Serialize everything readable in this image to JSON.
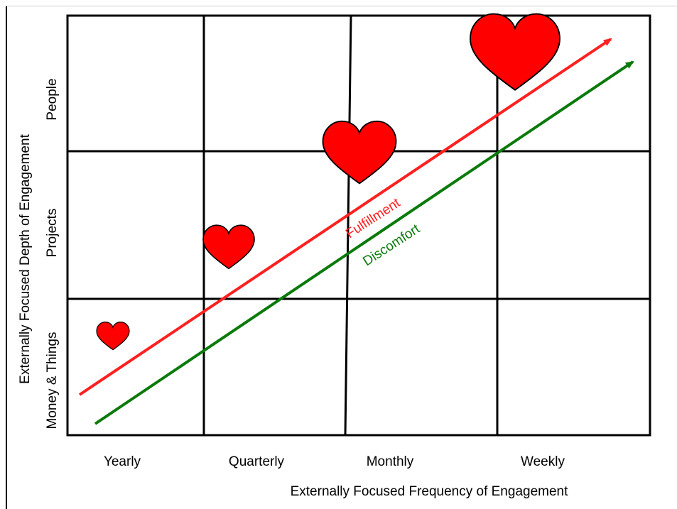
{
  "axes": {
    "x_title": "Externally Focused Frequency of Engagement",
    "y_title": "Externally Focused Depth of Engagement"
  },
  "columns": [
    "Yearly",
    "Quarterly",
    "Monthly",
    "Weekly"
  ],
  "rows": [
    "People",
    "Projects",
    "Money & Things"
  ],
  "trend_lines": [
    {
      "label": "Fulfillment",
      "color": "#ff2020"
    },
    {
      "label": "Discomfort",
      "color": "#0a7a0a"
    }
  ],
  "hearts": [
    {
      "column": "Yearly",
      "row": "Money & Things",
      "size": "small"
    },
    {
      "column": "Quarterly",
      "row": "Projects",
      "size": "medium"
    },
    {
      "column": "Monthly",
      "row": "People",
      "size": "large"
    },
    {
      "column": "Weekly",
      "row": "People",
      "size": "largest"
    }
  ],
  "colors": {
    "heart_fill": "#ff0000",
    "heart_outline": "#000000",
    "grid": "#000000"
  }
}
